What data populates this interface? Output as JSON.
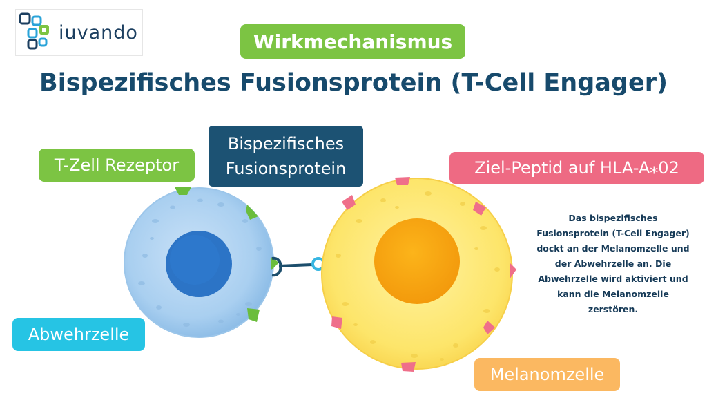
{
  "logo": {
    "text": "iuvando"
  },
  "badge": "Wirkmechanismus",
  "title": "Bispezifisches Fusionsprotein (T-Cell Engager)",
  "labels": {
    "tcell_receptor": "T-Zell Rezeptor",
    "fusion_line1": "Bispezifisches",
    "fusion_line2": "Fusionsprotein",
    "target_peptide": "Ziel-Peptid auf HLA-A⁎02",
    "immune_cell": "Abwehrzelle",
    "melanoma_cell": "Melanomzelle"
  },
  "description": "Das bispezifisches Fusionsprotein (T-Cell Engager) dockt an der Melanomzelle und der Abwehrzelle an. Die Abwehrzelle wird aktiviert und kann die Melanomzelle zerstören.",
  "colors": {
    "green": "#7cc443",
    "navy": "#1c5273",
    "pink": "#ee6a83",
    "cyan": "#26c4e4",
    "orange": "#fbb861",
    "title": "#174a6c"
  }
}
